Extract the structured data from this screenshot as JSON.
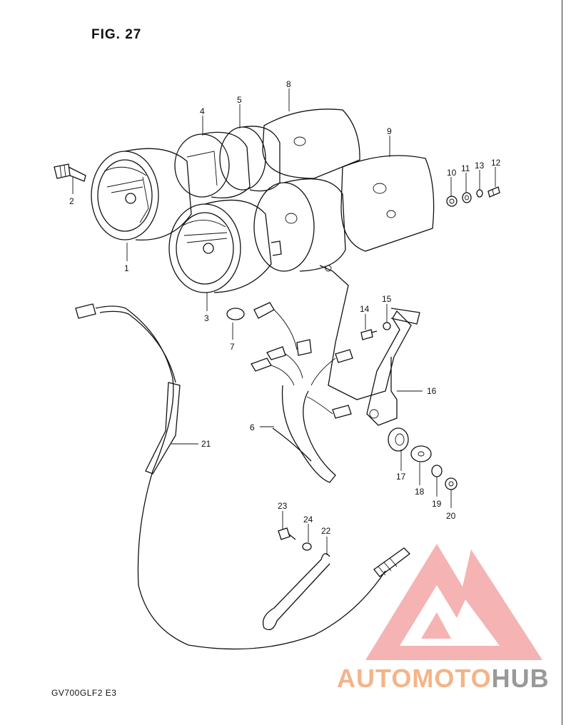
{
  "figure": {
    "title": "FIG. 27",
    "model_code": "GV700GLF2  E3"
  },
  "callouts": [
    "1",
    "2",
    "3",
    "4",
    "5",
    "6",
    "7",
    "8",
    "9",
    "10",
    "11",
    "12",
    "13",
    "14",
    "15",
    "16",
    "17",
    "18",
    "19",
    "20",
    "21",
    "22",
    "23",
    "24"
  ],
  "watermark": {
    "text_light": "AUTOMOTO",
    "text_dark": "HUB",
    "colors": {
      "light": "#f4b488",
      "dark": "#999999",
      "triangle": "#f08080"
    }
  }
}
